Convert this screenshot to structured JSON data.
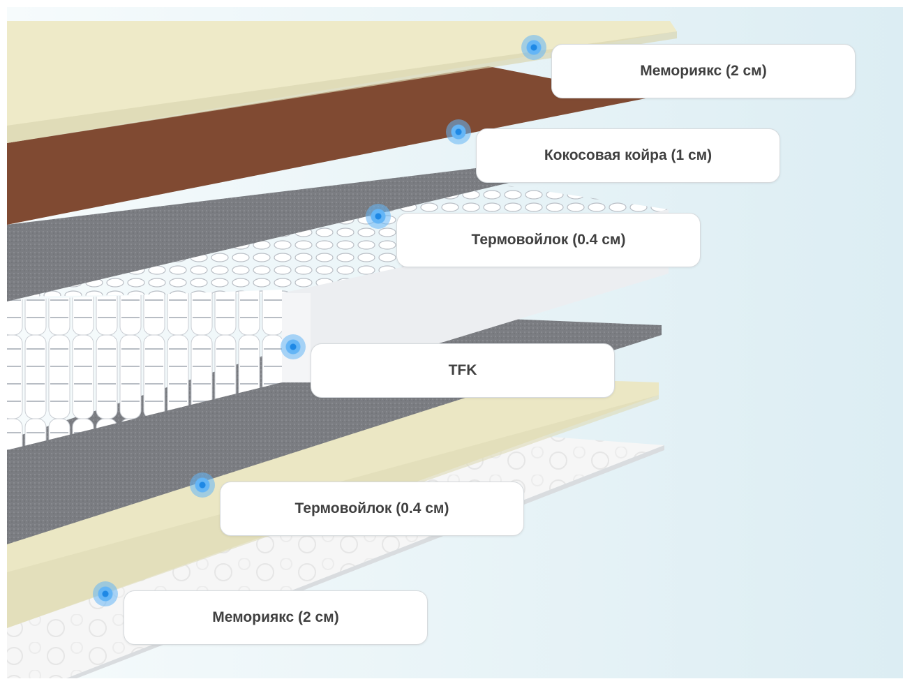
{
  "layers": [
    {
      "label": "Мемориякс (2 см)",
      "color": "#eeeac8"
    },
    {
      "label": "Кокосовая койра (1 см)",
      "color": "#7a4630"
    },
    {
      "label": "Термовойлок (0.4 см)",
      "color": "#7d7f84"
    },
    {
      "label": "TFK",
      "color": "#f1f2f5"
    },
    {
      "label": "Термовойлок (0.4 см)",
      "color": "#76787d"
    },
    {
      "label": "Мемориякс (2 см)",
      "color": "#ebe7c4"
    }
  ],
  "colors": {
    "background": "#e6f4f8",
    "marker": "#1e88e5",
    "cover": "#f7f7f7"
  }
}
